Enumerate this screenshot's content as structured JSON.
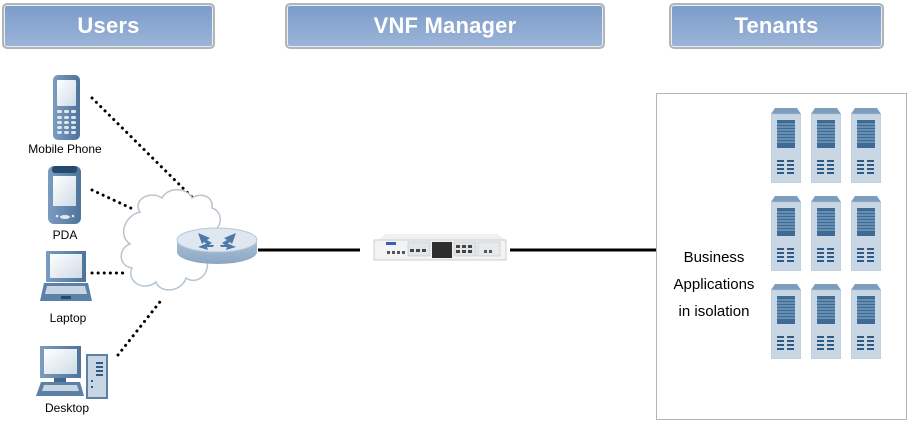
{
  "headers": {
    "users": "Users",
    "vnf_manager": "VNF Manager",
    "tenants": "Tenants"
  },
  "devices": [
    {
      "name": "Mobile Phone",
      "icon": "mobile-phone-icon"
    },
    {
      "name": "PDA",
      "icon": "pda-icon"
    },
    {
      "name": "Laptop",
      "icon": "laptop-icon"
    },
    {
      "name": "Desktop",
      "icon": "desktop-icon"
    }
  ],
  "network": {
    "cloud_icon": "cloud-icon",
    "router_icon": "router-icon",
    "appliance_icon": "vnf-appliance-icon"
  },
  "tenants": {
    "description_lines": [
      "Business",
      "Applications",
      "in isolation"
    ],
    "server_icon": "server-tower-icon",
    "server_rows": 3,
    "server_cols": 3
  },
  "colors": {
    "header_top": "#7b9cc9",
    "header_bottom": "#9cb4d8",
    "icon_blue": "#5b7fa6",
    "icon_light": "#c8d6e4"
  }
}
